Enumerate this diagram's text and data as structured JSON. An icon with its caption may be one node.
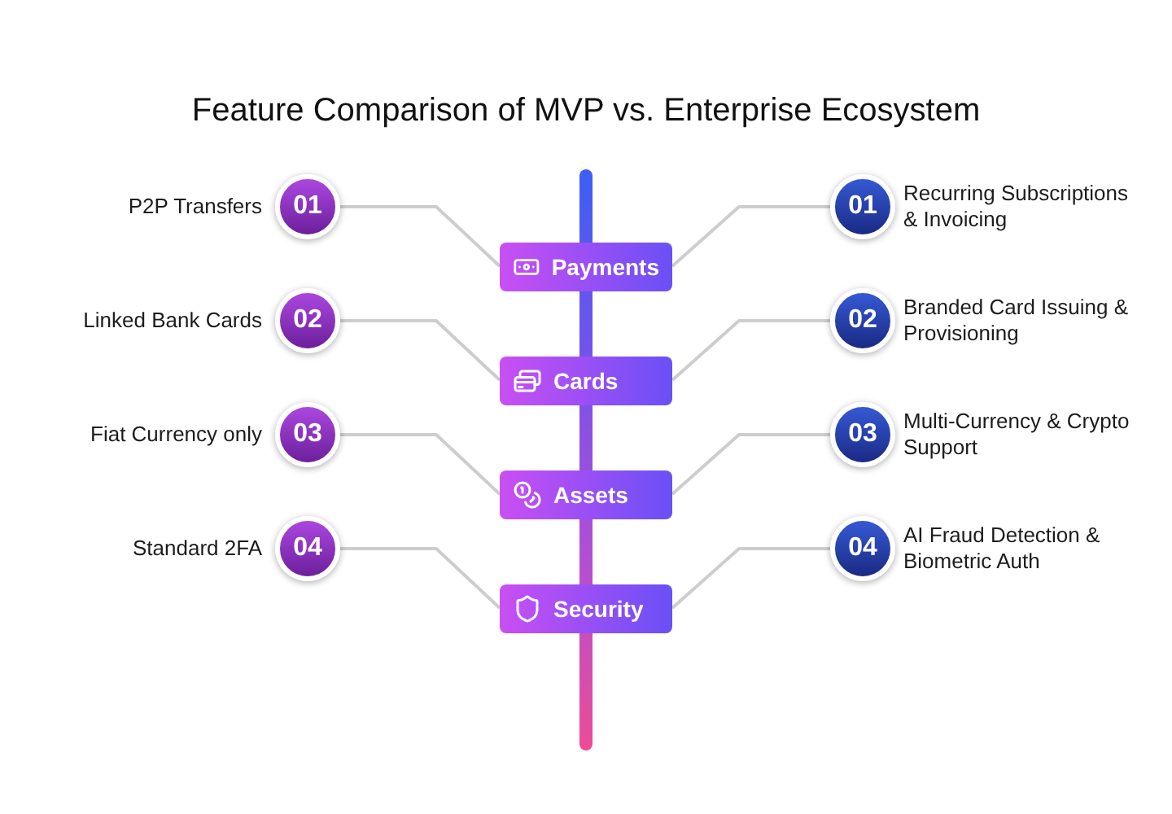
{
  "diagram": {
    "title": "Feature Comparison of MVP vs. Enterprise Ecosystem",
    "nodes": [
      {
        "text": [
          "01"
        ],
        "beside": [
          "P2P Transfers"
        ]
      },
      {
        "text": [
          "Payments"
        ]
      },
      {
        "text": [
          "01"
        ],
        "beside": [
          "Recurring Subscriptions & Invoicing"
        ]
      },
      {
        "text": [
          "02"
        ],
        "beside": [
          "Linked Bank Cards"
        ]
      },
      {
        "text": [
          "Cards"
        ]
      },
      {
        "text": [
          "02"
        ],
        "beside": [
          "Branded Card Issuing & Provisioning"
        ]
      },
      {
        "text": [
          "03"
        ],
        "beside": [
          "Fiat Currency only"
        ]
      },
      {
        "text": [
          "Assets"
        ]
      },
      {
        "text": [
          "03"
        ],
        "beside": [
          "Multi-Currency & Crypto Support"
        ]
      },
      {
        "text": [
          "04"
        ],
        "beside": [
          "Standard 2FA"
        ]
      },
      {
        "text": [
          "Security"
        ]
      },
      {
        "text": [
          "04"
        ],
        "beside": [
          "AI Fraud Detection & Biometric Auth"
        ]
      }
    ],
    "edges": [
      {
        "from": 0,
        "to": 1,
        "arrow": "none"
      },
      {
        "from": 1,
        "to": 2,
        "arrow": "none"
      },
      {
        "from": 3,
        "to": 4,
        "arrow": "none"
      },
      {
        "from": 4,
        "to": 5,
        "arrow": "none"
      },
      {
        "from": 6,
        "to": 7,
        "arrow": "none"
      },
      {
        "from": 7,
        "to": 8,
        "arrow": "none"
      },
      {
        "from": 9,
        "to": 10,
        "arrow": "none"
      },
      {
        "from": 10,
        "to": 11,
        "arrow": "none"
      }
    ]
  }
}
